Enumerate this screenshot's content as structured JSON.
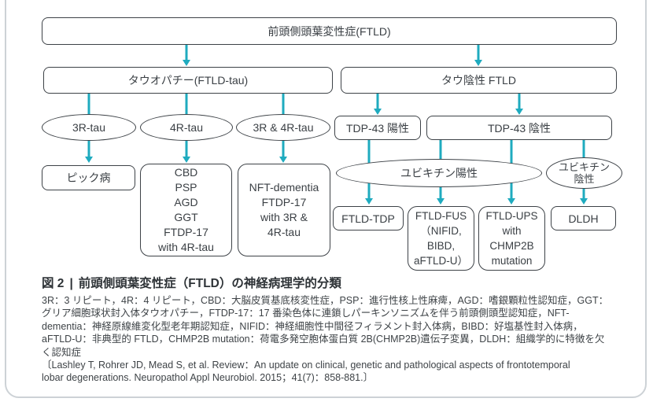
{
  "colors": {
    "arrow": "#1fabbf",
    "border": "#3d4247",
    "text": "#3b4045"
  },
  "figure": {
    "nodes": {
      "root": "前頭側頭葉変性症(FTLD)",
      "tauopathy": "タウオパチー(FTLD-tau)",
      "tau_negative": "タウ陰性 FTLD",
      "r3_tau": "3R-tau",
      "r4_tau": "4R-tau",
      "r3r4_tau": "3R & 4R-tau",
      "tdp_positive": "TDP-43 陽性",
      "tdp_negative": "TDP-43 陰性",
      "pick": "ピック病",
      "cbd_lines": [
        "CBD",
        "PSP",
        "AGD",
        "GGT",
        "FTDP-17",
        "with 4R-tau"
      ],
      "nft_lines": [
        "NFT-dementia",
        "FTDP-17",
        "with 3R &",
        "4R-tau"
      ],
      "ubiquitin_positive": "ユビキチン陽性",
      "ubiquitin_negative_lines": [
        "ユビキチン",
        "陰性"
      ],
      "ftld_tdp": "FTLD-TDP",
      "ftld_fus_lines": [
        "FTLD-FUS",
        "（NIFID,",
        "BIBD,",
        "aFTLD-U）"
      ],
      "ftld_ups_lines": [
        "FTLD-UPS",
        "with",
        "CHMP2B",
        "mutation"
      ],
      "dldh": "DLDH"
    }
  },
  "caption": {
    "label": "図 2",
    "separator": "|",
    "title": "前頭側頭葉変性症（FTLD）の神経病理学的分類",
    "body_lines": [
      "3R：3 リピート，4R：4 リピート，CBD：大脳皮質基底核変性症，PSP：進行性核上性麻痺，AGD：嗜銀顆粒性認知症，GGT：",
      "グリア細胞球状封入体タウオパチー，FTDP-17：17 番染色体に連鎖しパーキンソニズムを伴う前頭側頭型認知症，NFT-",
      "dementia：神経原線維変化型老年期認知症，NIFID：神経細胞性中間径フィラメント封入体病，BIBD：好塩基性封入体病，",
      "aFTLD-U：非典型的 FTLD，CHMP2B mutation：荷電多発空胞体蛋白質 2B(CHMP2B)遺伝子変異，DLDH：組織学的に特徴を欠",
      "く認知症"
    ],
    "reference_lines": [
      "〔Lashley T, Rohrer JD, Mead S, et al. Review：An update on clinical, genetic and pathological aspects of frontotemporal",
      "lobar degenerations. Neuropathol Appl Neurobiol. 2015；41(7)：858-881.〕"
    ]
  }
}
